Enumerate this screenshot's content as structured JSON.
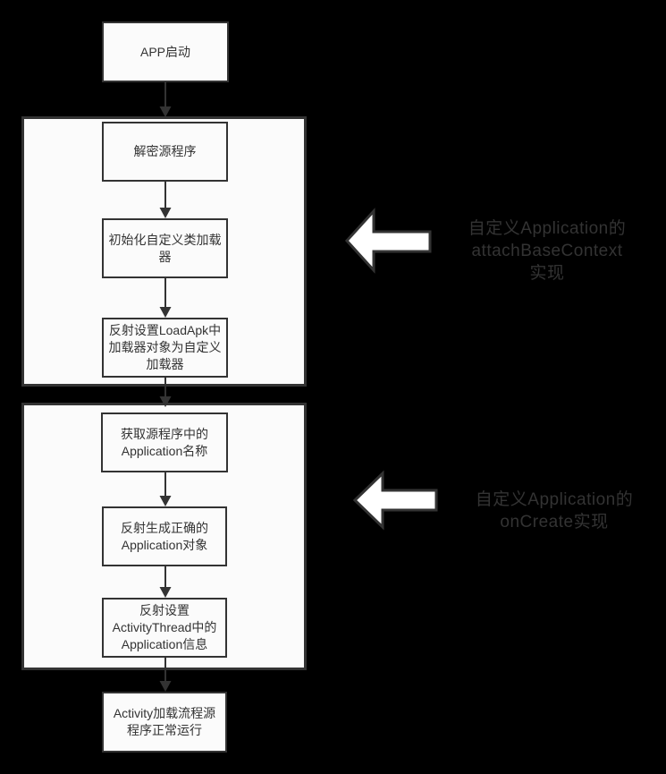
{
  "colors": {
    "background": "#000000",
    "box_fill": "#fbfbfb",
    "stroke": "#333333",
    "text": "#333333",
    "block_arrow_fill": "#ffffff"
  },
  "flow": {
    "start": {
      "label": [
        "APP启动"
      ]
    },
    "phase1": {
      "steps": [
        {
          "label": [
            "解密源程序"
          ]
        },
        {
          "label": [
            "初始化自定义类加载",
            "器"
          ]
        },
        {
          "label": [
            "反射设置LoadApk中",
            "加载器对象为自定义",
            "加载器"
          ]
        }
      ]
    },
    "phase2": {
      "steps": [
        {
          "label": [
            "获取源程序中的",
            "Application名称"
          ]
        },
        {
          "label": [
            "反射生成正确的",
            "Application对象"
          ]
        },
        {
          "label": [
            "反射设置",
            "ActivityThread中的",
            "Application信息"
          ]
        }
      ]
    },
    "end": {
      "label": [
        "Activity加载流程源",
        "程序正常运行"
      ]
    },
    "annotations": [
      {
        "label": [
          "自定义Application的",
          "attachBaseContext",
          "实现"
        ]
      },
      {
        "label": [
          "自定义Application的",
          "onCreate实现"
        ]
      }
    ]
  }
}
